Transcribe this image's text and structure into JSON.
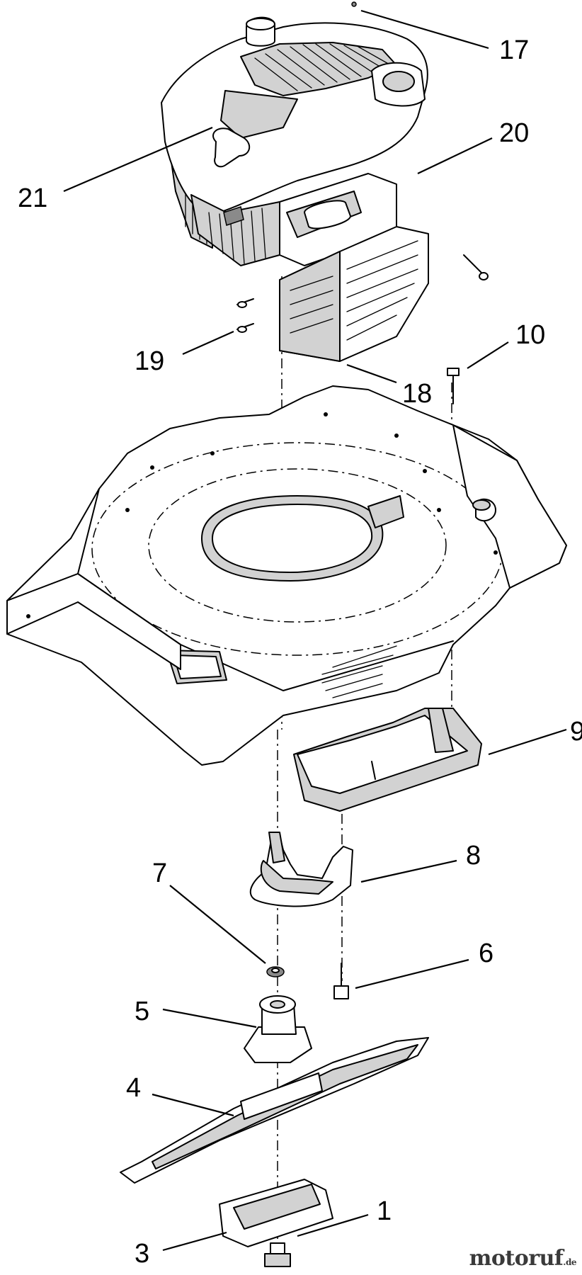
{
  "diagram": {
    "callouts": [
      {
        "id": "c17",
        "label": "17"
      },
      {
        "id": "c20",
        "label": "20"
      },
      {
        "id": "c21",
        "label": "21"
      },
      {
        "id": "c10",
        "label": "10"
      },
      {
        "id": "c19",
        "label": "19"
      },
      {
        "id": "c18",
        "label": "18"
      },
      {
        "id": "c9",
        "label": "9"
      },
      {
        "id": "c8",
        "label": "8"
      },
      {
        "id": "c7",
        "label": "7"
      },
      {
        "id": "c6",
        "label": "6"
      },
      {
        "id": "c5",
        "label": "5"
      },
      {
        "id": "c4",
        "label": "4"
      },
      {
        "id": "c1",
        "label": "1"
      },
      {
        "id": "c3",
        "label": "3"
      }
    ]
  },
  "watermark": {
    "brand": "motoruf",
    "tld": ".de"
  },
  "colors": {
    "ink": "#000000",
    "shade": "#d2d2d2",
    "watermark": "#3a3a3a"
  }
}
